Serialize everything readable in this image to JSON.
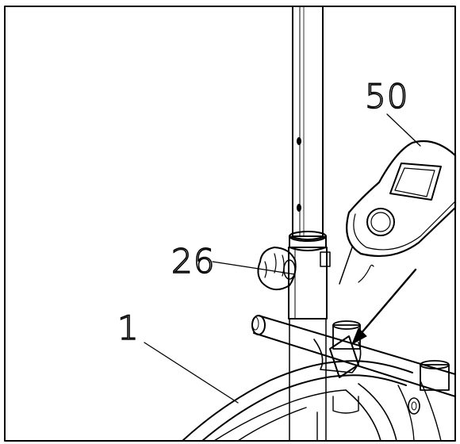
{
  "diagram": {
    "callouts": [
      {
        "id": "frame",
        "text": "1"
      },
      {
        "id": "knob",
        "text": "26"
      },
      {
        "id": "console",
        "text": "50"
      }
    ],
    "colors": {
      "line": "#000000",
      "background": "#ffffff",
      "fill": "#ffffff"
    },
    "icons": [
      "arrow-icon"
    ]
  }
}
